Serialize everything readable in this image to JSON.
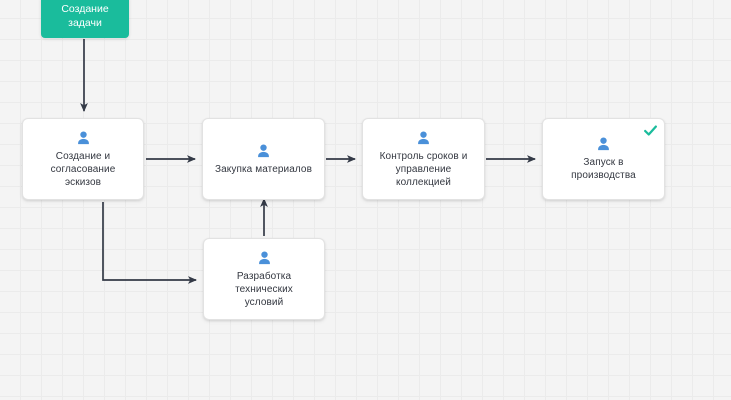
{
  "diagram": {
    "title": "Process workflow diagram",
    "background_color": "#f4f4f4",
    "grid_color": "#ebebeb",
    "accent_green": "#1ABC9C",
    "person_icon_color": "#4a90d9",
    "edge_color": "#343a47",
    "start_node": {
      "label": "Создание\nзадачи",
      "icon": "none",
      "color": "#1ABC9C"
    },
    "nodes": [
      {
        "id": "node-sketches",
        "label": "Создание и\nсогласование\nэскизов",
        "icon": "person-icon",
        "completed": false
      },
      {
        "id": "node-materials",
        "label": "Закупка материалов",
        "icon": "person-icon",
        "completed": false
      },
      {
        "id": "node-deadlines",
        "label": "Контроль сроков и\nуправление\nколлекцией",
        "icon": "person-icon",
        "completed": false
      },
      {
        "id": "node-production",
        "label": "Запуск в\nпроизводства",
        "icon": "person-icon",
        "completed": true,
        "badge": "check-icon"
      },
      {
        "id": "node-tech-conditions",
        "label": "Разработка\nтехнических\nусловий",
        "icon": "person-icon",
        "completed": false
      }
    ],
    "edges": [
      {
        "from": "start-node",
        "to": "node-sketches",
        "type": "straight-down"
      },
      {
        "from": "node-sketches",
        "to": "node-materials",
        "type": "straight-right"
      },
      {
        "from": "node-materials",
        "to": "node-deadlines",
        "type": "straight-right"
      },
      {
        "from": "node-deadlines",
        "to": "node-production",
        "type": "straight-right"
      },
      {
        "from": "node-sketches",
        "to": "node-tech-conditions",
        "type": "elbow-down-right"
      },
      {
        "from": "node-tech-conditions",
        "to": "node-materials",
        "type": "straight-up"
      }
    ]
  }
}
